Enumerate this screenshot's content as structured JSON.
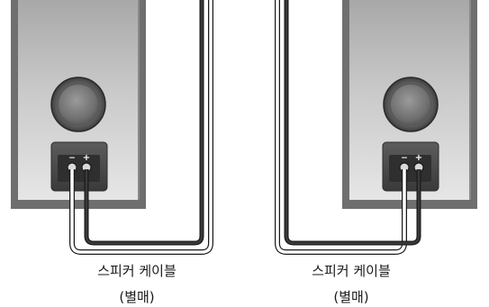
{
  "labels": [
    {
      "line1": "스피커 케이블",
      "line2": "(별매)"
    },
    {
      "line1": "스피커 케이블",
      "line2": "(별매)"
    }
  ],
  "terminals": {
    "minus": "−",
    "plus": "+"
  },
  "colors": {
    "cabinet_edge": "#6b6b6b",
    "cabinet_face_light": "#d6d6d6",
    "cabinet_face_dark": "#9a9a9a",
    "woofer_ring": "#3a3a3a",
    "woofer_cone": "#7d7d7d",
    "terminal_plate": "#4a4a4a",
    "cable_dark": "#1f1f1f",
    "cable_light": "#ffffff"
  }
}
